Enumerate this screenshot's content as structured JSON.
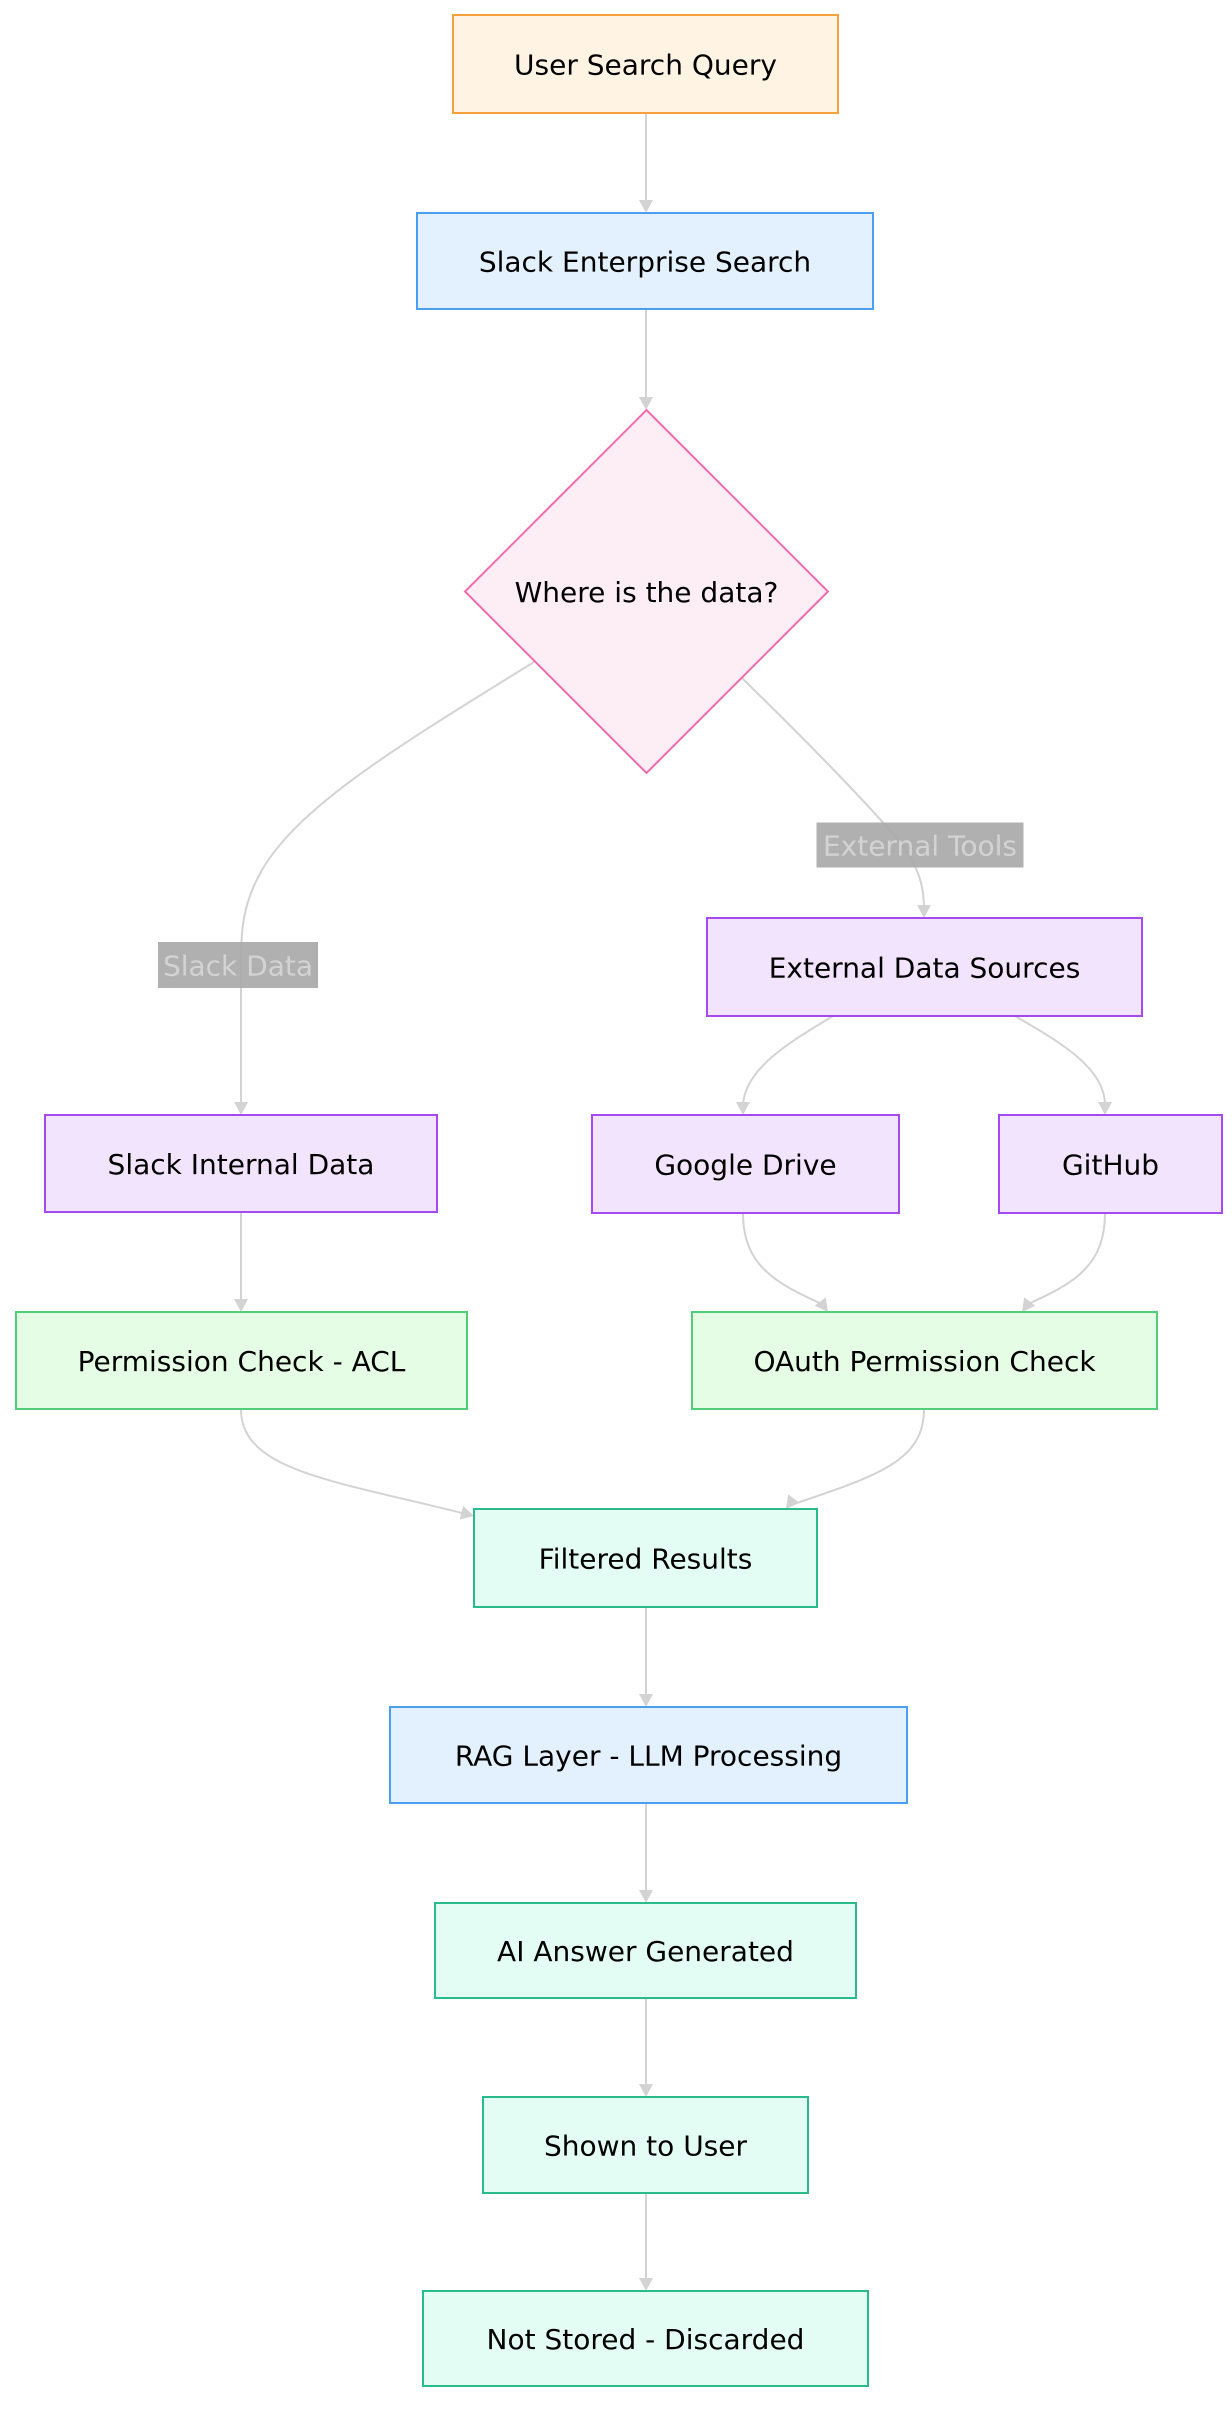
{
  "diagram": {
    "type": "flowchart",
    "direction": "top-down",
    "styles": {
      "input": {
        "fill": "#fff3e3",
        "stroke": "#f5a03c"
      },
      "process": {
        "fill": "#e3f0fd",
        "stroke": "#4a9ff0"
      },
      "decision": {
        "fill": "#fdeef5",
        "stroke": "#f06aad"
      },
      "source": {
        "fill": "#f2e4fd",
        "stroke": "#a64af0"
      },
      "permission": {
        "fill": "#e5fce5",
        "stroke": "#4fcf78"
      },
      "output": {
        "fill": "#e3fdf4",
        "stroke": "#2abb8c"
      },
      "edge": {
        "stroke": "#d3d3d3"
      },
      "edge_label": {
        "fill": "#a9a9a9",
        "text": "#d3d3d3"
      }
    },
    "nodes": [
      {
        "id": "user_query",
        "label": "User Search Query",
        "shape": "rect",
        "style": "input"
      },
      {
        "id": "enterprise_search",
        "label": "Slack Enterprise Search",
        "shape": "rect",
        "style": "process"
      },
      {
        "id": "where_data",
        "label": "Where is the data?",
        "shape": "diamond",
        "style": "decision"
      },
      {
        "id": "slack_internal",
        "label": "Slack Internal Data",
        "shape": "rect",
        "style": "source"
      },
      {
        "id": "external_sources",
        "label": "External Data Sources",
        "shape": "rect",
        "style": "source"
      },
      {
        "id": "google_drive",
        "label": "Google Drive",
        "shape": "rect",
        "style": "source"
      },
      {
        "id": "github",
        "label": "GitHub",
        "shape": "rect",
        "style": "source"
      },
      {
        "id": "acl_check",
        "label": "Permission Check - ACL",
        "shape": "rect",
        "style": "permission"
      },
      {
        "id": "oauth_check",
        "label": "OAuth Permission Check",
        "shape": "rect",
        "style": "permission"
      },
      {
        "id": "filtered",
        "label": "Filtered Results",
        "shape": "rect",
        "style": "output"
      },
      {
        "id": "rag_layer",
        "label": "RAG Layer - LLM Processing",
        "shape": "rect",
        "style": "process"
      },
      {
        "id": "ai_answer",
        "label": "AI Answer Generated",
        "shape": "rect",
        "style": "output"
      },
      {
        "id": "shown_user",
        "label": "Shown to User",
        "shape": "rect",
        "style": "output"
      },
      {
        "id": "not_stored",
        "label": "Not Stored - Discarded",
        "shape": "rect",
        "style": "output"
      }
    ],
    "edges": [
      {
        "from": "user_query",
        "to": "enterprise_search",
        "label": ""
      },
      {
        "from": "enterprise_search",
        "to": "where_data",
        "label": ""
      },
      {
        "from": "where_data",
        "to": "slack_internal",
        "label": "Slack Data"
      },
      {
        "from": "where_data",
        "to": "external_sources",
        "label": "External Tools"
      },
      {
        "from": "external_sources",
        "to": "google_drive",
        "label": ""
      },
      {
        "from": "external_sources",
        "to": "github",
        "label": ""
      },
      {
        "from": "slack_internal",
        "to": "acl_check",
        "label": ""
      },
      {
        "from": "google_drive",
        "to": "oauth_check",
        "label": ""
      },
      {
        "from": "github",
        "to": "oauth_check",
        "label": ""
      },
      {
        "from": "acl_check",
        "to": "filtered",
        "label": ""
      },
      {
        "from": "oauth_check",
        "to": "filtered",
        "label": ""
      },
      {
        "from": "filtered",
        "to": "rag_layer",
        "label": ""
      },
      {
        "from": "rag_layer",
        "to": "ai_answer",
        "label": ""
      },
      {
        "from": "ai_answer",
        "to": "shown_user",
        "label": ""
      },
      {
        "from": "shown_user",
        "to": "not_stored",
        "label": ""
      }
    ]
  }
}
